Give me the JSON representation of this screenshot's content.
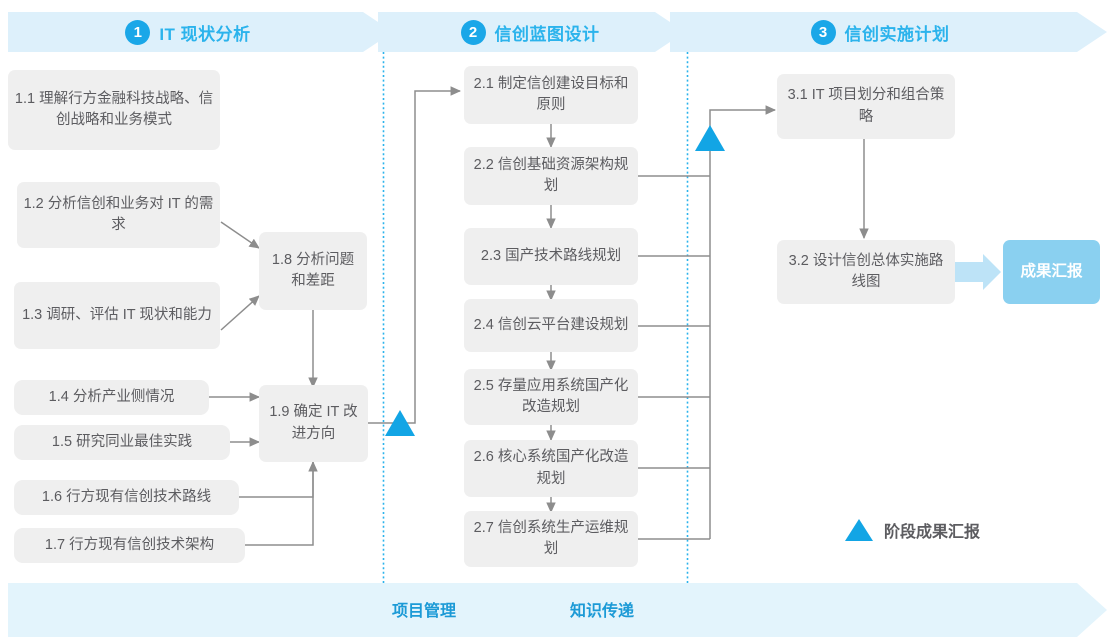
{
  "colors": {
    "accent": "#1AA7E8",
    "phase_text": "#2BB3EC",
    "band": "#DDF0FB",
    "box_bg": "#EFEFEF",
    "box_text": "#5C5C60",
    "outcome_bg": "#8AD0F0",
    "connector": "#8D8D8D",
    "divider": "#2BB3EC",
    "footer_band": "#E3F4FC",
    "footer_text": "#1C9AD6"
  },
  "phases": [
    {
      "num": "1",
      "title": "IT 现状分析"
    },
    {
      "num": "2",
      "title": "信创蓝图设计"
    },
    {
      "num": "3",
      "title": "信创实施计划"
    }
  ],
  "phase1_tasks": [
    {
      "id": "1.1",
      "label": "1.1 理解行方金融科技战略、信创战略和业务模式"
    },
    {
      "id": "1.2",
      "label": "1.2 分析信创和业务对 IT 的需求"
    },
    {
      "id": "1.3",
      "label": "1.3 调研、评估 IT 现状和能力"
    },
    {
      "id": "1.4",
      "label": "1.4 分析产业侧情况"
    },
    {
      "id": "1.5",
      "label": "1.5 研究同业最佳实践"
    },
    {
      "id": "1.6",
      "label": "1.6 行方现有信创技术路线"
    },
    {
      "id": "1.7",
      "label": "1.7 行方现有信创技术架构"
    },
    {
      "id": "1.8",
      "label": "1.8 分析问题和差距"
    },
    {
      "id": "1.9",
      "label": "1.9 确定 IT 改进方向"
    }
  ],
  "phase2_tasks": [
    {
      "id": "2.1",
      "label": "2.1 制定信创建设目标和原则"
    },
    {
      "id": "2.2",
      "label": "2.2 信创基础资源架构规划"
    },
    {
      "id": "2.3",
      "label": "2.3 国产技术路线规划"
    },
    {
      "id": "2.4",
      "label": "2.4 信创云平台建设规划"
    },
    {
      "id": "2.5",
      "label": "2.5 存量应用系统国产化改造规划"
    },
    {
      "id": "2.6",
      "label": "2.6 核心系统国产化改造规划"
    },
    {
      "id": "2.7",
      "label": "2.7 信创系统生产运维规划"
    }
  ],
  "phase3_tasks": [
    {
      "id": "3.1",
      "label": "3.1 IT 项目划分和组合策略"
    },
    {
      "id": "3.2",
      "label": "3.2 设计信创总体实施路线图"
    }
  ],
  "outcome": {
    "label": "成果汇报"
  },
  "legend": {
    "marker": "milestone-triangle",
    "label": "阶段成果汇报"
  },
  "footer": {
    "items": [
      "项目管理",
      "知识传递"
    ]
  }
}
